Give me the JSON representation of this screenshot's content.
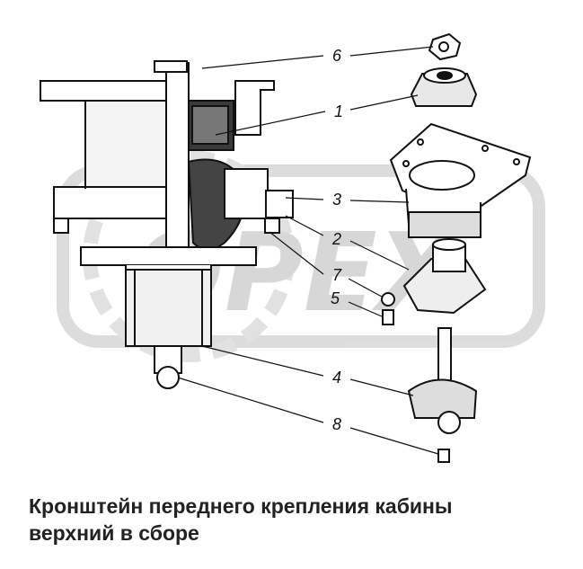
{
  "caption": {
    "line1": "Кронштейн переднего крепления кабины",
    "line2": "верхний в сборе"
  },
  "watermark": {
    "text": "OPEX",
    "color": "#d9d9d9"
  },
  "callouts": [
    "6",
    "1",
    "3",
    "2",
    "7",
    "5",
    "4",
    "8"
  ],
  "colors": {
    "ink": "#111111",
    "paper": "#ffffff",
    "watermark": "#d6d6d6"
  }
}
